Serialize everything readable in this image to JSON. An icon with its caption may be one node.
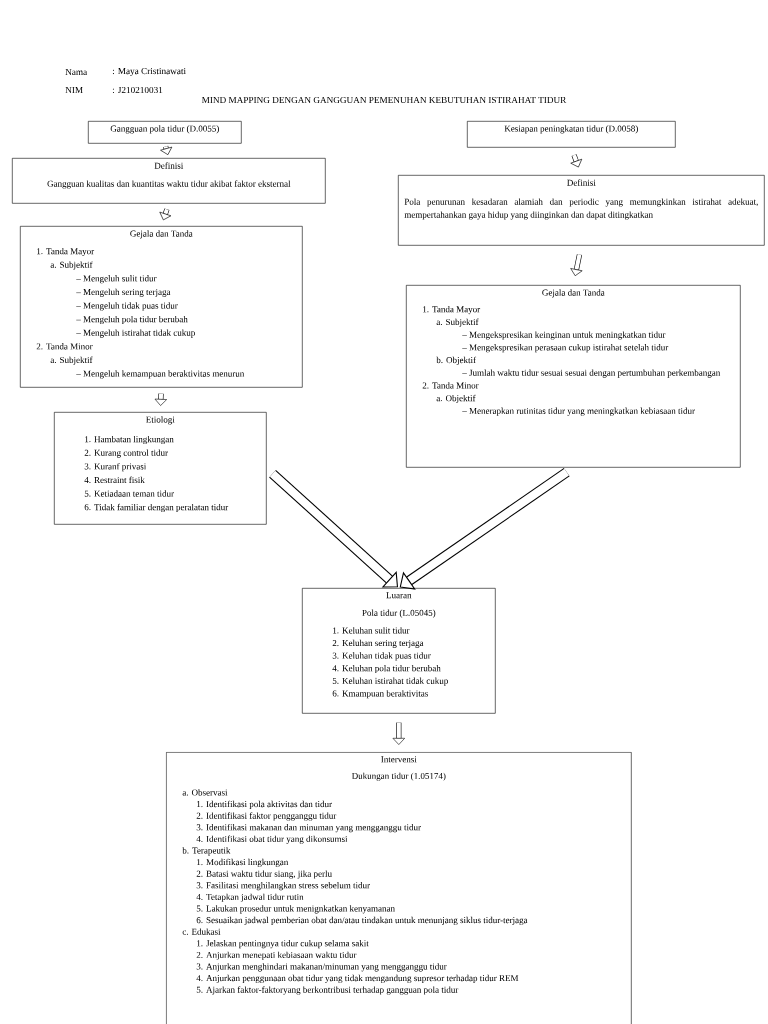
{
  "diagram": {
    "title": "MIND MAPPING DENGAN GANGGUAN PEMENUHAN KEBUTUHAN ISTIRAHAT TIDUR",
    "nodes": [
      {
        "text": [
          "Gangguan pola tidur (D.0055)"
        ]
      },
      {
        "text": [
          "Definisi",
          "Gangguan kualitas dan kuantitas waktu tidur akibat faktor eksternal"
        ]
      },
      {
        "text": [
          "Gejala dan Tanda",
          "1. Tanda Mayor",
          "a. Subjektif",
          "– Mengeluh sulit tidur",
          "– Mengeluh sering terjaga",
          "– Mengeluh tidak puas tidur",
          "– Mengeluh pola tidur berubah",
          "– Mengeluh istirahat tidak cukup",
          "2. Tanda Minor",
          "a. Subjektif",
          "– Mengeluh kemampuan beraktivitas menurun"
        ]
      },
      {
        "text": [
          "Etiologi",
          "1. Hambatan lingkungan",
          "2. Kurang control tidur",
          "3. Kuranf privasi",
          "4. Restraint fisik",
          "5. Ketiadaan teman tidur",
          "6. Tidak familiar dengan peralatan tidur"
        ]
      },
      {
        "text": [
          "Kesiapan peningkatan tidur (D.0058)"
        ]
      },
      {
        "text": [
          "Definisi",
          "Pola penurunan kesadaran alamiah dan periodic yang memungkinkan istirahat adekuat, mempertahankan gaya hidup yang diinginkan dan dapat ditingkatkan"
        ]
      },
      {
        "text": [
          "Gejala dan Tanda",
          "1. Tanda Mayor",
          "a. Subjektif",
          "– Mengekspresikan keinginan untuk meningkatkan tidur",
          "– Mengekspresikan perasaan cukup istirahat setelah tidur",
          "b. Objektif",
          "– Jumlah waktu tidur sesuai sesuai dengan pertumbuhan perkembangan",
          "2. Tanda Minor",
          "a. Objektif",
          "– Menerapkan rutinitas tidur yang meningkatkan kebiasaan tidur"
        ]
      },
      {
        "text": [
          "Luaran",
          "Pola tidur (L.05045)",
          "1. Keluhan sulit tidur",
          "2. Keluhan sering terjaga",
          "3. Keluhan tidak puas tidur",
          "4. Keluhan pola tidur berubah",
          "5. Keluhan istirahat tidak cukup",
          "6. Kmampuan beraktivitas"
        ]
      },
      {
        "text": [
          "Intervensi",
          "Dukungan tidur (1.05174)",
          "a. Observasi",
          "1. Identifikasi pola aktivitas dan tidur",
          "2. Identifikasi faktor pengganggu tidur",
          "3. Identifikasi makanan dan minuman yang mengganggu tidur",
          "4. Identifikasi obat tidur yang dikonsumsi",
          "b. Terapeutik",
          "1. Modifikasi lingkungan",
          "2. Batasi waktu tidur siang, jika perlu",
          "3. Fasilitasi menghilangkan stress sebelum tidur",
          "4. Tetapkan jadwal tidur rutin",
          "5. Lakukan prosedur untuk menignkatkan kenyamanan",
          "6. Sesuaikan jadwal pemberian obat dan/atau tindakan untuk menunjang siklus tidur-terjaga",
          "c. Edukasi",
          "1. Jelaskan pentingnya tidur cukup selama sakit",
          "2. Anjurkan menepati kebiasaan waktu tidur",
          "3. Anjurkan menghindari makanan/minuman yang mengganggu tidur",
          "4. Anjurkan penggunaan obat tidur yang tidak mengandung supresor terhadap tidur REM",
          "5. Ajarkan faktor-faktoryang berkontribusi terhadap gangguan pola tidur"
        ]
      }
    ],
    "edges": [
      {
        "from": 0,
        "to": 1,
        "arrow": "to"
      },
      {
        "from": 1,
        "to": 2,
        "arrow": "to"
      },
      {
        "from": 2,
        "to": 3,
        "arrow": "to"
      },
      {
        "from": 4,
        "to": 5,
        "arrow": "to"
      },
      {
        "from": 5,
        "to": 6,
        "arrow": "to"
      },
      {
        "from": 3,
        "to": 7,
        "arrow": "to",
        "style": "thick"
      },
      {
        "from": 6,
        "to": 7,
        "arrow": "to",
        "style": "thick"
      },
      {
        "from": 7,
        "to": 8,
        "arrow": "to"
      }
    ],
    "labels": [
      "Nama",
      ": Maya Cristinawati",
      "NIM",
      ": J210210031"
    ]
  }
}
